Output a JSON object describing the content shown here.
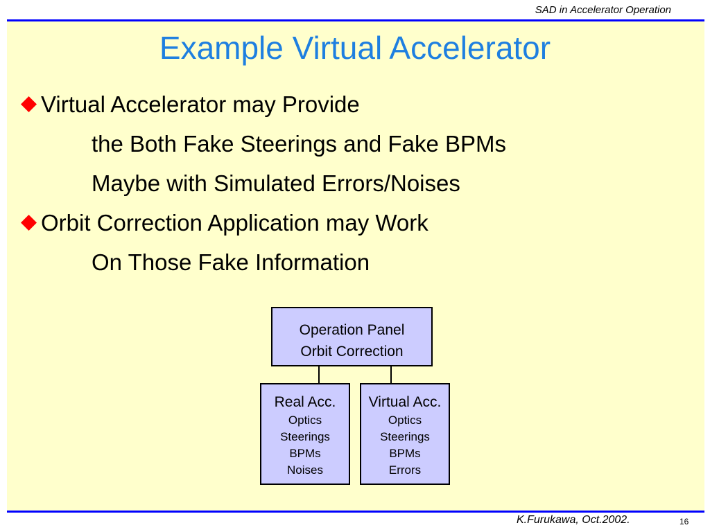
{
  "header": {
    "text": "SAD in Accelerator Operation"
  },
  "title": "Example Virtual Accelerator",
  "bullets": [
    {
      "text": "Virtual Accelerator may Provide",
      "sub": [
        "the Both Fake Steerings and Fake BPMs",
        "Maybe with Simulated Errors/Noises"
      ]
    },
    {
      "text": "Orbit Correction Application may Work",
      "sub": [
        "On Those Fake Information"
      ]
    }
  ],
  "diagram": {
    "panel": {
      "line1": "Operation Panel",
      "line2": "Orbit Correction"
    },
    "real": {
      "title": "Real Acc.",
      "items": [
        "Optics",
        "Steerings",
        "BPMs",
        "Noises"
      ]
    },
    "virtual": {
      "title": "Virtual Acc.",
      "items": [
        "Optics",
        "Steerings",
        "BPMs",
        "Errors"
      ]
    }
  },
  "footer": {
    "author": "K.Furukawa, Oct.2002.",
    "page": "16"
  },
  "colors": {
    "rule": "#0000ff",
    "background": "#ffffcc",
    "title": "#1e7fe0",
    "bullet_diamond": "#ff0000",
    "box_fill": "#ccccff"
  },
  "icons": {
    "bullet": "diamond-bullet-icon"
  }
}
